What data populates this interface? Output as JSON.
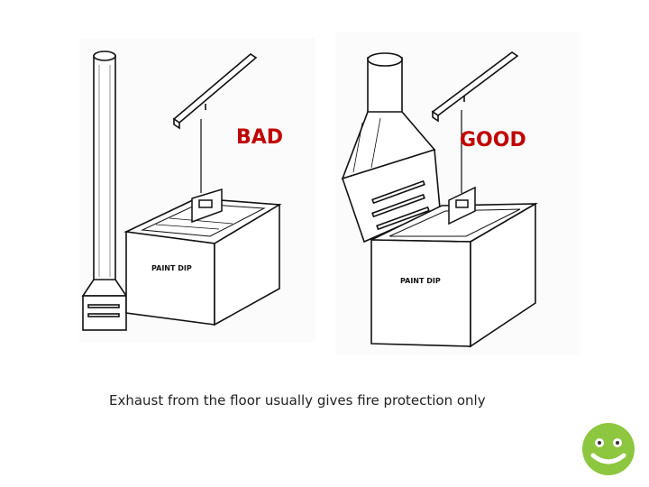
{
  "diagrams": [
    {
      "label": "BAD",
      "tank_label": "PAINT DIP"
    },
    {
      "label": "GOOD",
      "tank_label": "PAINT DIP"
    }
  ],
  "caption": "Exhaust from the floor usually gives fire protection only",
  "colors": {
    "label_red": "#c00000",
    "smiley_green": "#8dc63f"
  },
  "icons": {
    "smiley": "smiley-face-icon"
  }
}
